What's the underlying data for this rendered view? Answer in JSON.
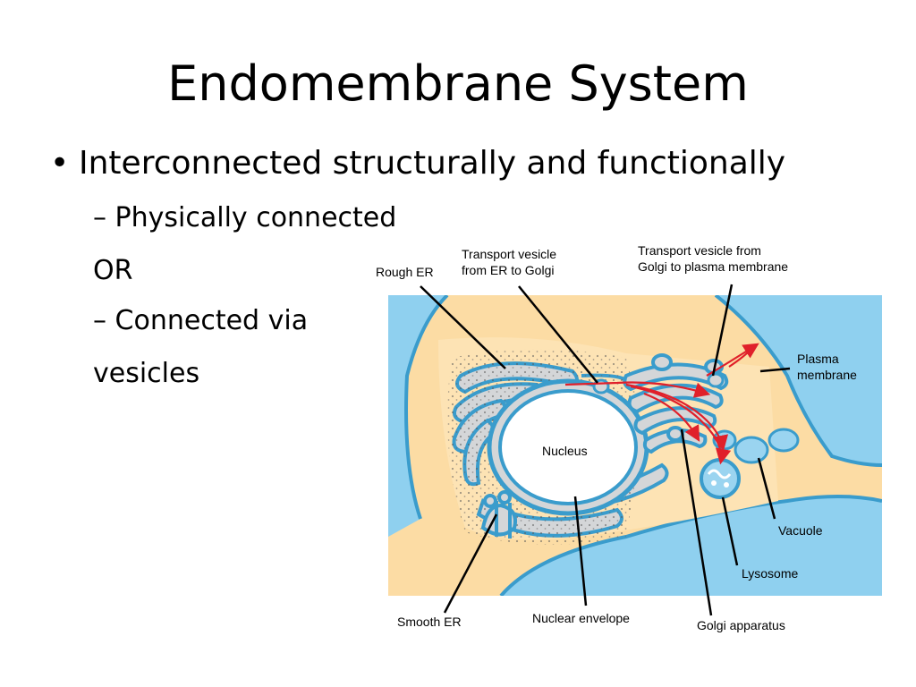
{
  "slide": {
    "title": "Endomembrane System",
    "bullet": "Interconnected structurally and functionally",
    "bullet_marker": "•",
    "sub1": "– Physically connected",
    "or_text": "OR",
    "sub2": "– Connected via",
    "sub2_cont": "vesicles"
  },
  "labels": {
    "rough_er": "Rough ER",
    "transport_er_golgi_1": "Transport vesicle",
    "transport_er_golgi_2": "from ER to Golgi",
    "transport_golgi_pm_1": "Transport vesicle from",
    "transport_golgi_pm_2": "Golgi to plasma membrane",
    "plasma_membrane_1": "Plasma",
    "plasma_membrane_2": "membrane",
    "nucleus": "Nucleus",
    "vacuole": "Vacuole",
    "lysosome": "Lysosome",
    "smooth_er": "Smooth ER",
    "nuclear_envelope": "Nuclear envelope",
    "golgi_apparatus": "Golgi apparatus"
  },
  "colors": {
    "cytoplasm": "#fcdca4",
    "membrane_blue": "#7cc4e8",
    "membrane_dark": "#3a9ccc",
    "lumen_gray": "#d4d6d8",
    "nucleus_fill": "#ffffff",
    "arrow_red": "#e0202a"
  }
}
